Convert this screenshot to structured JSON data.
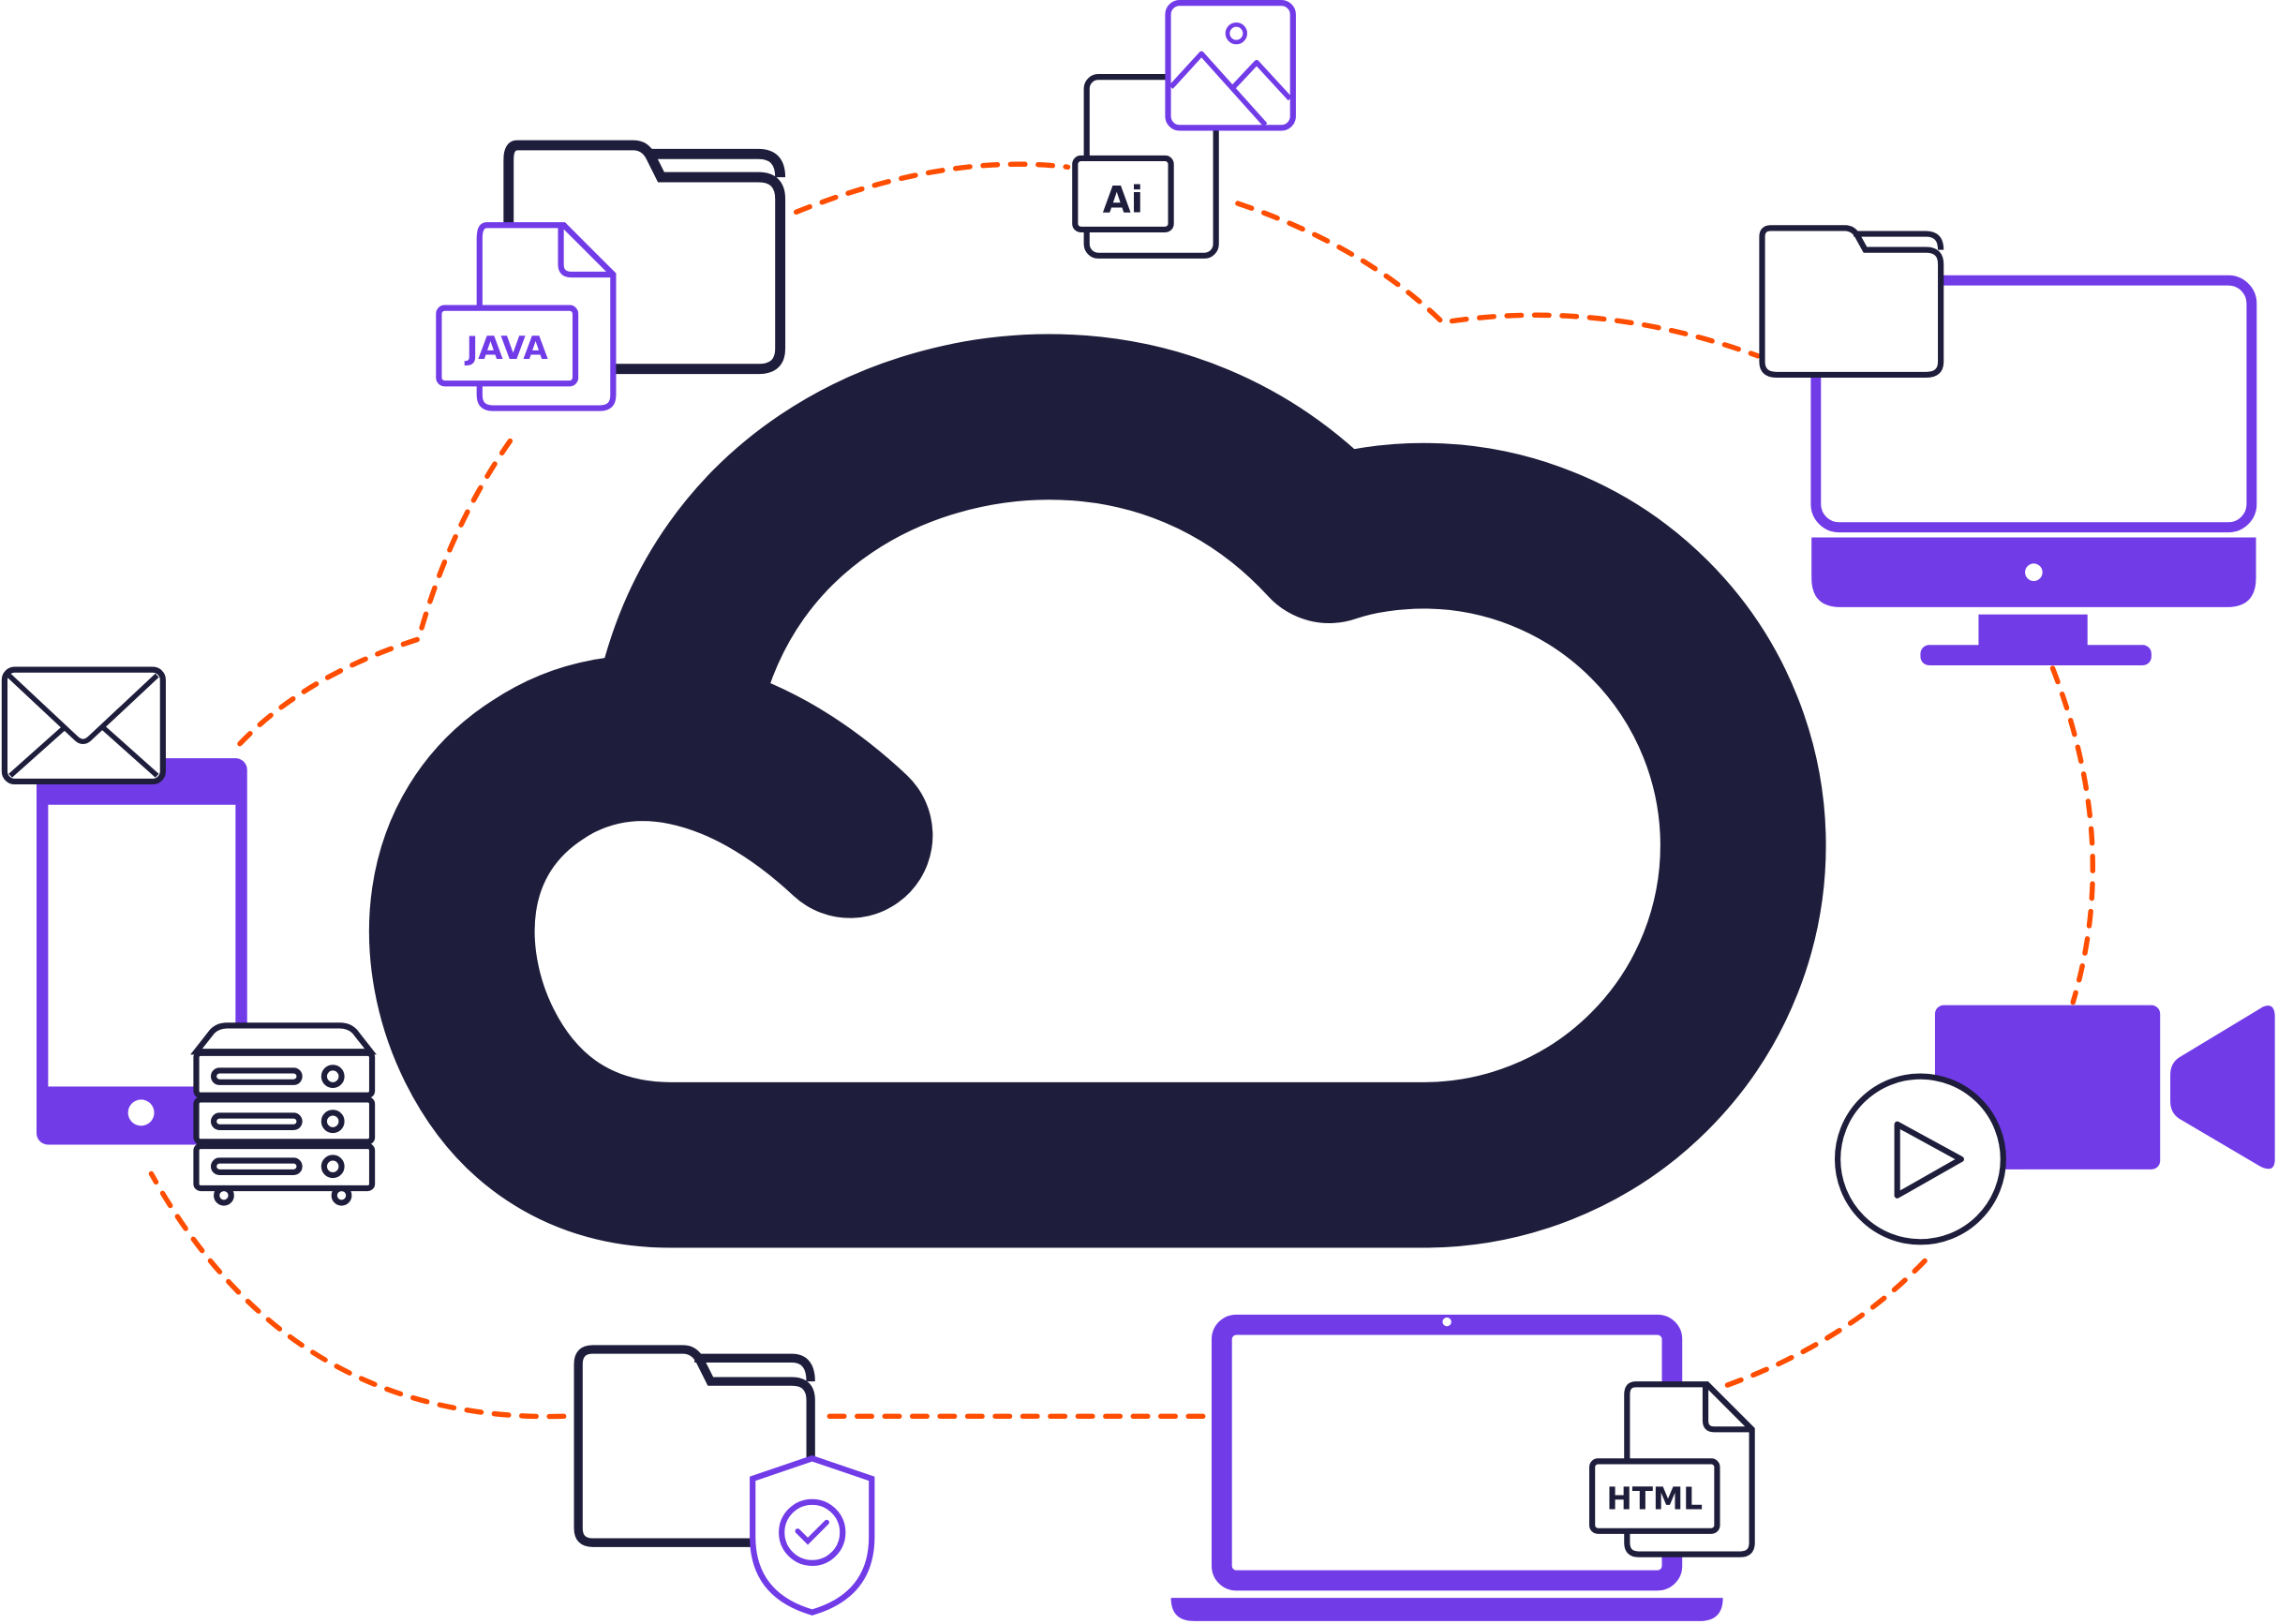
{
  "colors": {
    "navy": "#1e1d3b",
    "purple": "#713be8",
    "orange": "#ff4d00",
    "white": "#ffffff"
  },
  "labels": {
    "java": "JAVA",
    "ai": "Ai",
    "html": "HTML"
  },
  "icons": [
    "cloud-icon",
    "folder-icon",
    "java-file-icon",
    "ai-file-icon",
    "image-icon",
    "desktop-monitor-icon",
    "video-camera-icon",
    "play-icon",
    "laptop-icon",
    "html-file-icon",
    "secure-folder-icon",
    "shield-check-icon",
    "smartphone-icon",
    "mail-icon",
    "server-icon"
  ]
}
